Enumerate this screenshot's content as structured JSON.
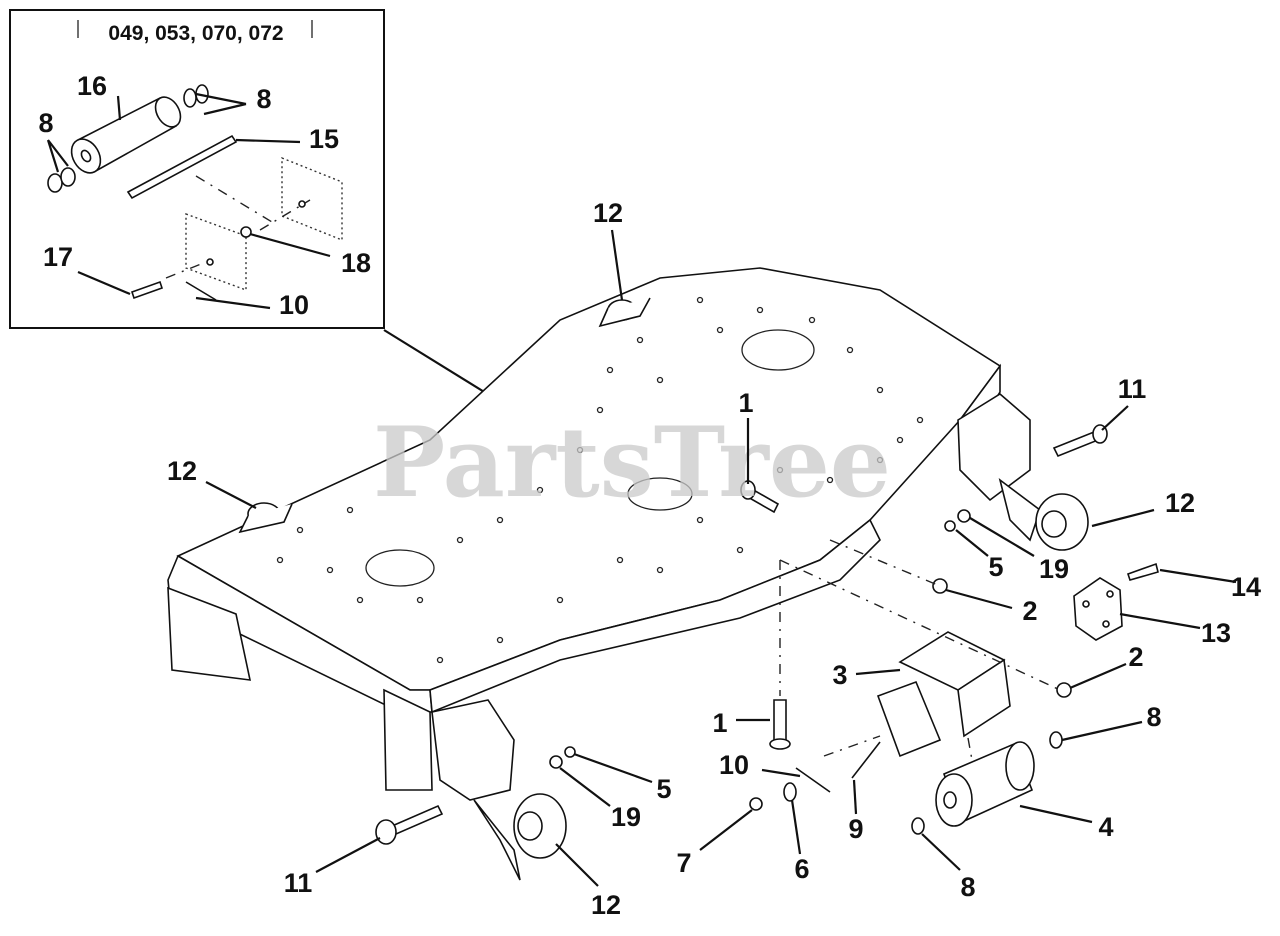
{
  "inset": {
    "title": "049, 053, 070, 072"
  },
  "watermark": {
    "text": "PartsTree"
  },
  "callouts": [
    {
      "id": "c16",
      "text": "16"
    },
    {
      "id": "c8a",
      "text": "8"
    },
    {
      "id": "c8b",
      "text": "8"
    },
    {
      "id": "c15",
      "text": "15"
    },
    {
      "id": "c17",
      "text": "17"
    },
    {
      "id": "c18",
      "text": "18"
    },
    {
      "id": "c10a",
      "text": "10"
    },
    {
      "id": "c12a",
      "text": "12"
    },
    {
      "id": "c1a",
      "text": "1"
    },
    {
      "id": "c11a",
      "text": "11"
    },
    {
      "id": "c12b",
      "text": "12"
    },
    {
      "id": "c12c",
      "text": "12"
    },
    {
      "id": "c5a",
      "text": "5"
    },
    {
      "id": "c19a",
      "text": "19"
    },
    {
      "id": "c14",
      "text": "14"
    },
    {
      "id": "c2a",
      "text": "2"
    },
    {
      "id": "c13",
      "text": "13"
    },
    {
      "id": "c3",
      "text": "3"
    },
    {
      "id": "c2b",
      "text": "2"
    },
    {
      "id": "c1b",
      "text": "1"
    },
    {
      "id": "c8c",
      "text": "8"
    },
    {
      "id": "c10b",
      "text": "10"
    },
    {
      "id": "c5b",
      "text": "5"
    },
    {
      "id": "c19b",
      "text": "19"
    },
    {
      "id": "c9",
      "text": "9"
    },
    {
      "id": "c4",
      "text": "4"
    },
    {
      "id": "c7",
      "text": "7"
    },
    {
      "id": "c6",
      "text": "6"
    },
    {
      "id": "c11b",
      "text": "11"
    },
    {
      "id": "c12d",
      "text": "12"
    },
    {
      "id": "c8d",
      "text": "8"
    }
  ]
}
